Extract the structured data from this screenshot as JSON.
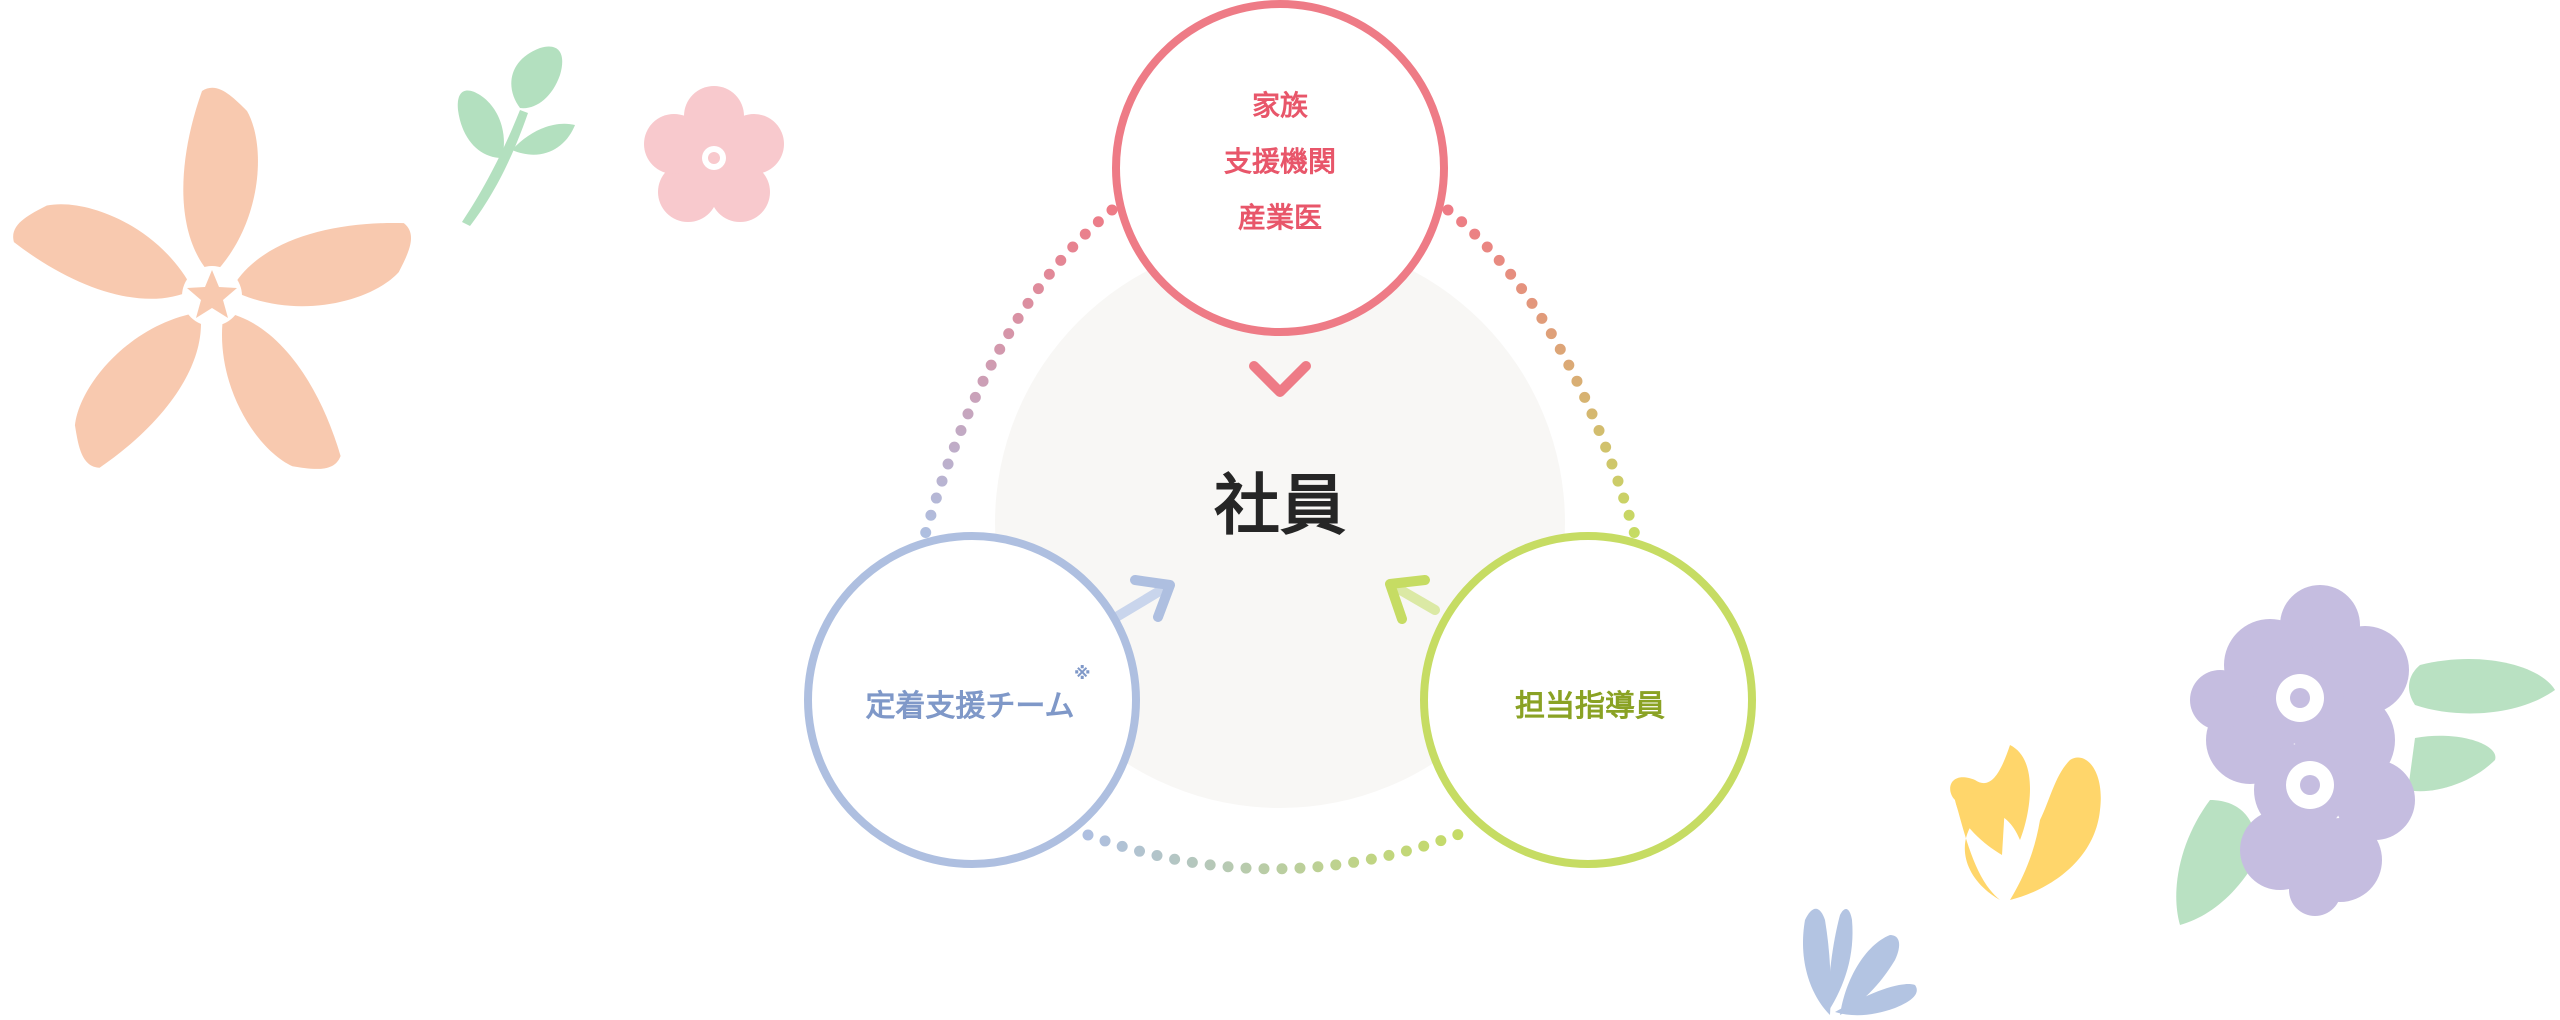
{
  "diagram": {
    "center": {
      "label": "社員"
    },
    "top": {
      "lines": [
        "家族",
        "支援機関",
        "産業医"
      ]
    },
    "left": {
      "label": "定着支援チーム",
      "note_mark": "※"
    },
    "right": {
      "label": "担当指導員"
    }
  },
  "colors": {
    "pink": "#ee7b86",
    "pink_text": "#e8566a",
    "blue": "#aebfe0",
    "blue_text": "#7f98c8",
    "green": "#c6dc63",
    "green_text": "#8aa224",
    "center_fill": "#f8f7f5",
    "center_text": "#262626"
  },
  "decorations": [
    "peach-flower-icon",
    "green-sprout-icon",
    "pink-flower-icon",
    "purple-hydrangea-icon",
    "yellow-flower-icon",
    "blue-bud-icon",
    "green-leaf-icon"
  ]
}
